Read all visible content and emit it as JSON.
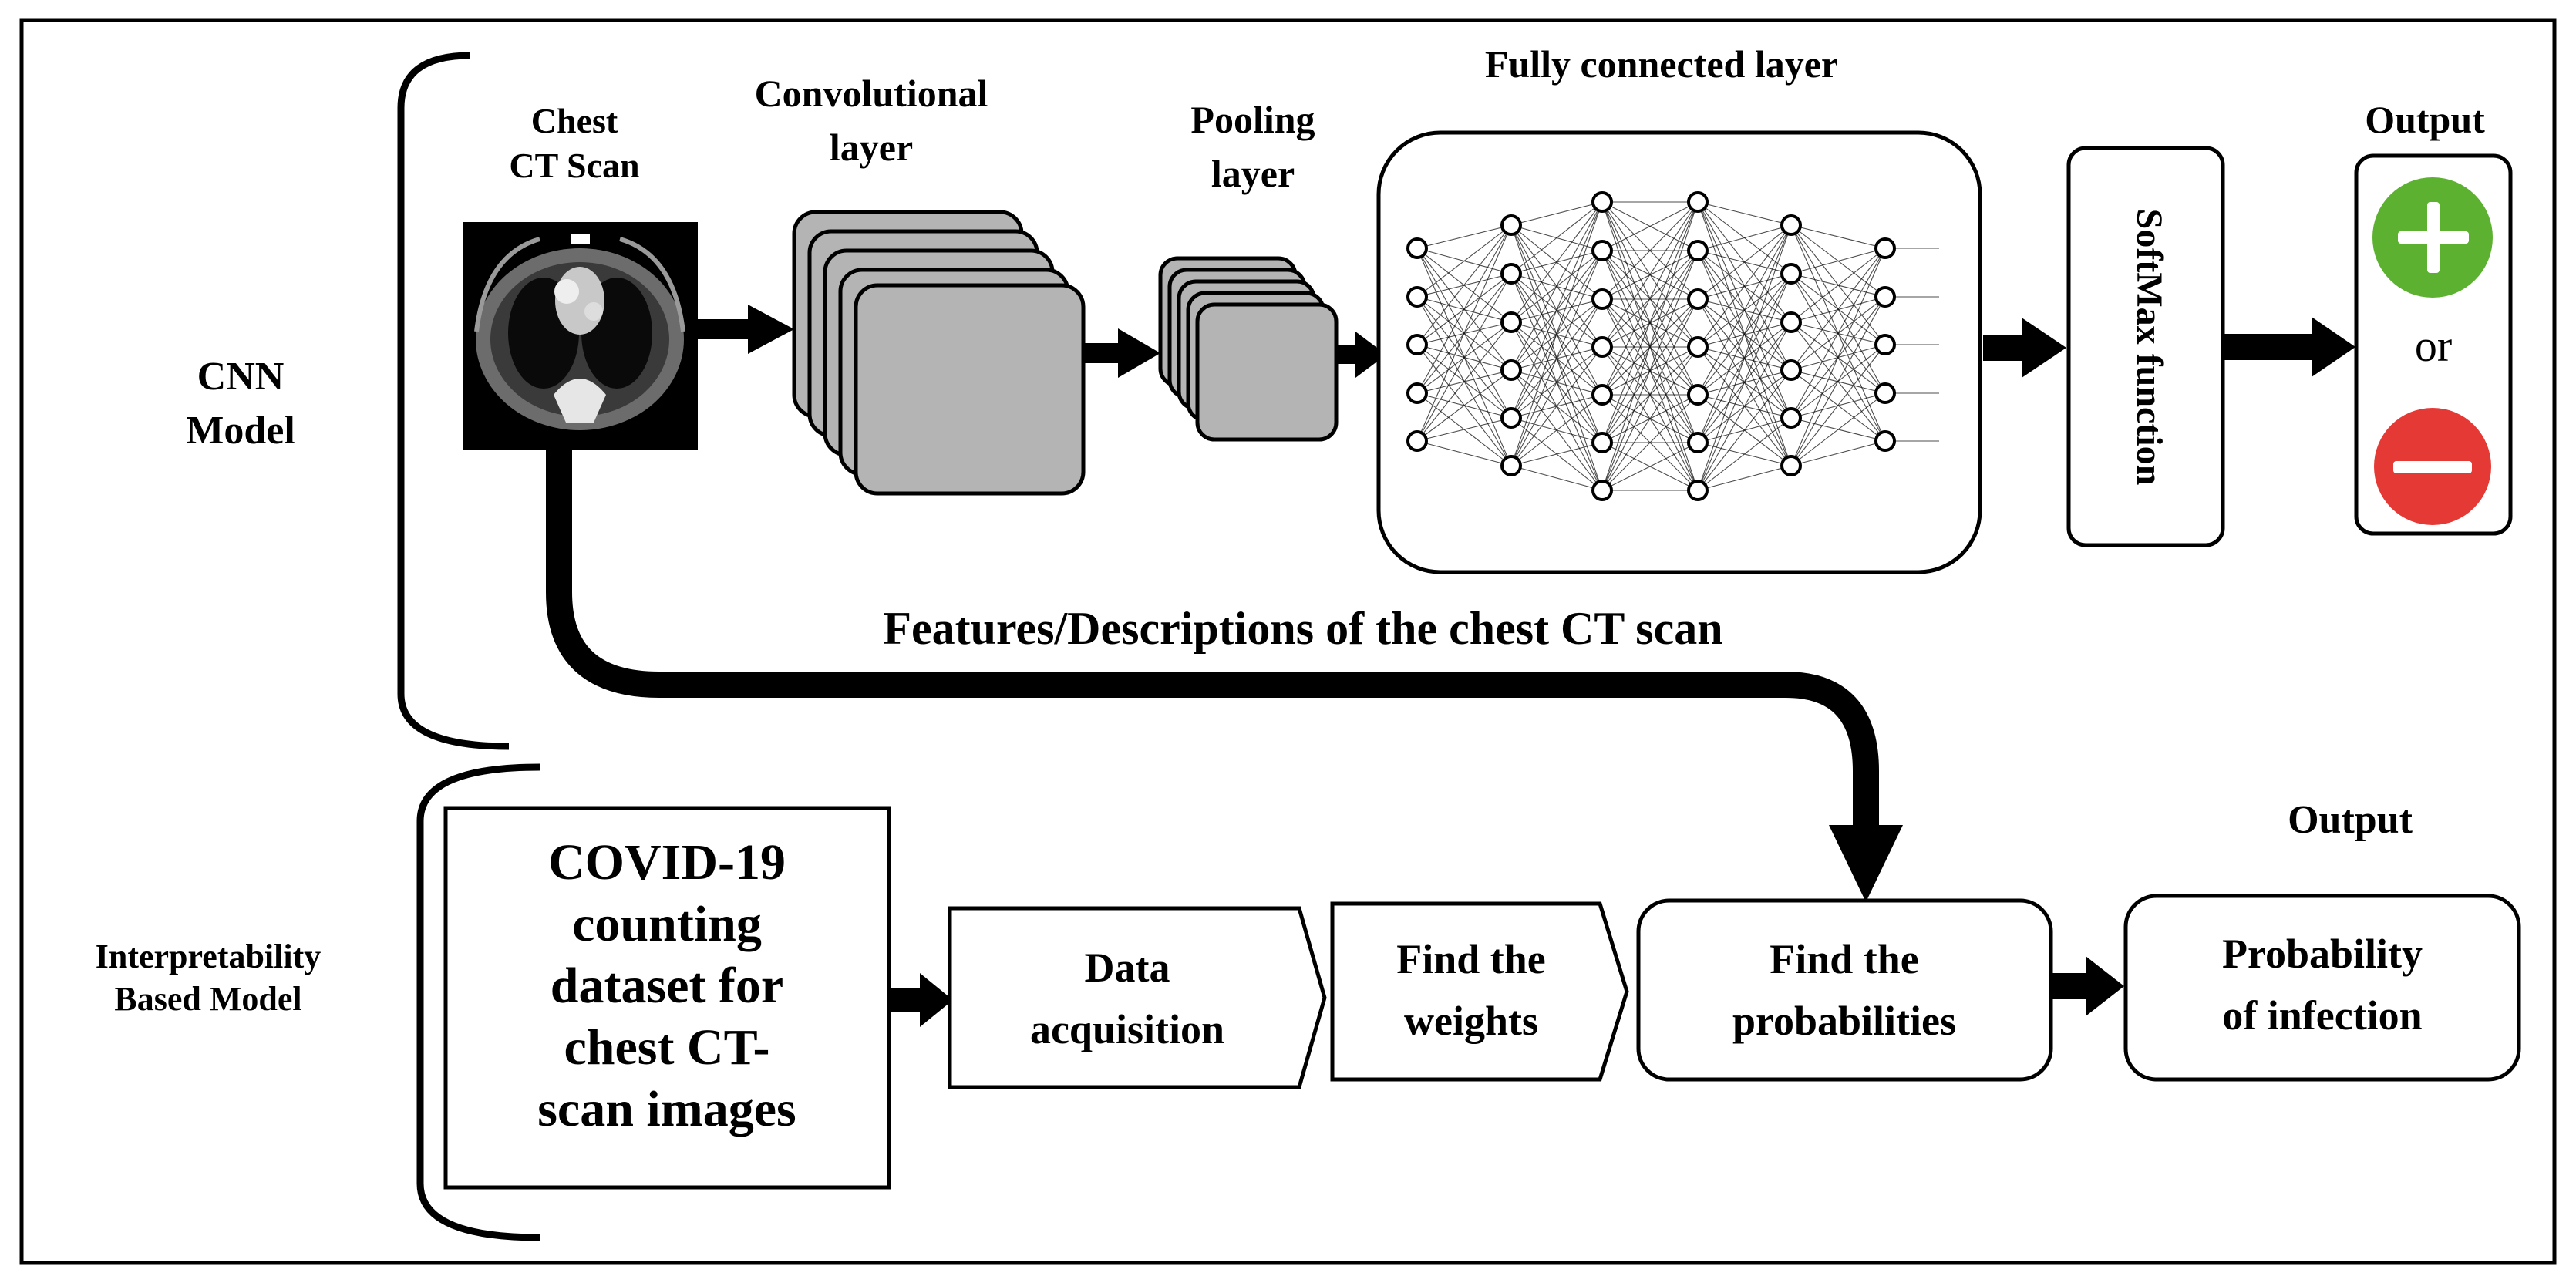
{
  "cnn": {
    "group_label_line1": "CNN",
    "group_label_line2": "Model",
    "ct_label_line1": "Chest",
    "ct_label_line2": "CT Scan",
    "conv_label_line1": "Convolutional",
    "conv_label_line2": "layer",
    "pool_label_line1": "Pooling",
    "pool_label_line2": "layer",
    "fc_label": "Fully connected layer",
    "softmax_label": "SoftMax function",
    "output_label": "Output",
    "or_label": "or",
    "positive_icon": "plus-circle-icon",
    "negative_icon": "minus-circle-icon",
    "positive_color": "#5cb130",
    "negative_color": "#e53935"
  },
  "features_label": "Features/Descriptions of the chest CT scan",
  "interp": {
    "group_label_line1": "Interpretability",
    "group_label_line2": "Based Model",
    "dataset_lines": [
      "COVID-19",
      "counting",
      "dataset for",
      "chest CT-",
      "scan images"
    ],
    "acquisition_line1": "Data",
    "acquisition_line2": "acquisition",
    "weights_line1": "Find the",
    "weights_line2": "weights",
    "probabilities_line1": "Find the",
    "probabilities_line2": "probabilities",
    "output_label": "Output",
    "result_line1": "Probability",
    "result_line2": "of infection"
  }
}
